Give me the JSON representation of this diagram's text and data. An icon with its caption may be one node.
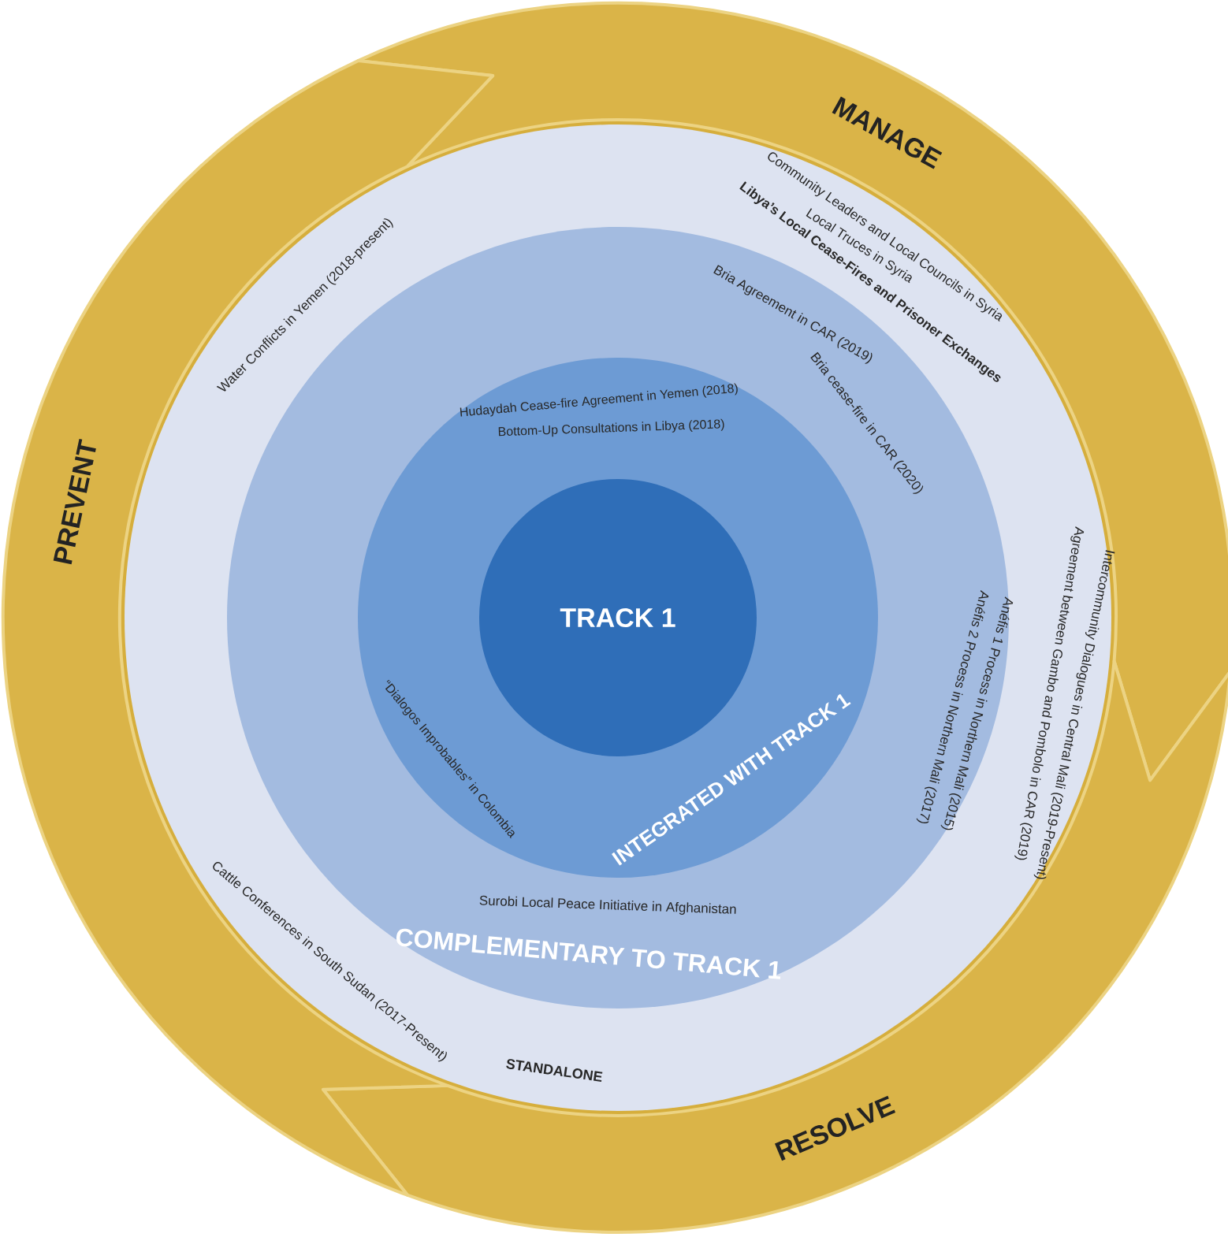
{
  "diagram": {
    "nodes": [
      {
        "text": [
          "STANDALONE",
          "Community Leaders and Local Councils in Syria",
          "Local Truces in Syria",
          "Libya’s Local Cease-Fires and Prisoner Exchanges",
          "Intercommunity Dialogues in Central Mali (2019-Present)",
          "Agreement between Gambo and Pombolo in CAR (2019)",
          "Cattle Conferences in South Sudan (2017-Present)",
          "Water Conflicts in Yemen (2018-present)"
        ]
      },
      {
        "text": [
          "COMPLEMENTARY TO TRACK 1",
          "Bria Agreement in CAR (2019)",
          "Bria cease-fire in CAR (2020)",
          "Anéfis 1 Process in Northern Mali (2015)",
          "Anéfis 2 Process in Northern Mali (2017)",
          "Surobi Local Peace Initiative in Afghanistan"
        ],
        "in": 0
      },
      {
        "text": [
          "INTEGRATED WITH TRACK 1",
          "Hudaydah Cease-fire Agreement in Yemen (2018)",
          "Bottom-Up Consultations in Libya (2018)",
          "“Dialogos Improbables” in Colombia"
        ],
        "in": 1
      },
      {
        "text": [
          "TRACK 1"
        ],
        "in": 2
      }
    ],
    "labels": [
      "MANAGE",
      "PREVENT",
      "RESOLVE"
    ]
  }
}
